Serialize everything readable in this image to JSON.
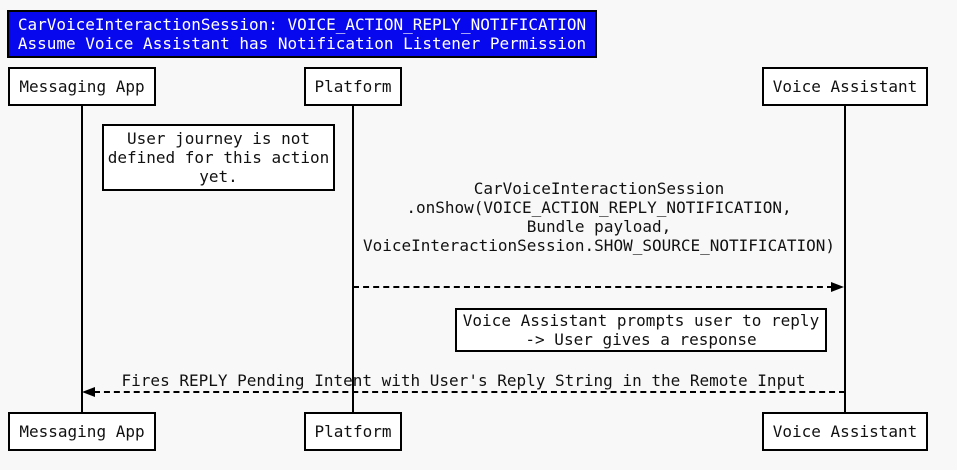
{
  "diagram": {
    "type": "sequence-diagram",
    "colors": {
      "canvas_bg": "#f8f8f8",
      "title_bg": "#0808ee",
      "title_text": "#ffffff",
      "line_color": "#000000",
      "box_bg": "#ffffff"
    },
    "title": {
      "line1": "CarVoiceInteractionSession: VOICE_ACTION_REPLY_NOTIFICATION",
      "line2": "Assume Voice Assistant has Notification Listener Permission"
    },
    "actors": [
      {
        "label": "Messaging App"
      },
      {
        "label": "Platform"
      },
      {
        "label": "Voice Assistant"
      }
    ],
    "notes": [
      {
        "text": "User journey is not\ndefined for this action\nyet.",
        "near_actor": "Messaging App"
      },
      {
        "text": "Voice Assistant prompts user to reply\n-> User gives a response",
        "near_actor": "Voice Assistant"
      }
    ],
    "messages": [
      {
        "from": "Platform",
        "to": "Voice Assistant",
        "style": "dashed",
        "label": "CarVoiceInteractionSession\n.onShow(VOICE_ACTION_REPLY_NOTIFICATION,\nBundle payload,\nVoiceInteractionSession.SHOW_SOURCE_NOTIFICATION)"
      },
      {
        "from": "Voice Assistant",
        "to": "Messaging App",
        "style": "dashed",
        "label": "Fires REPLY Pending Intent with User's Reply String in the Remote Input"
      }
    ]
  }
}
